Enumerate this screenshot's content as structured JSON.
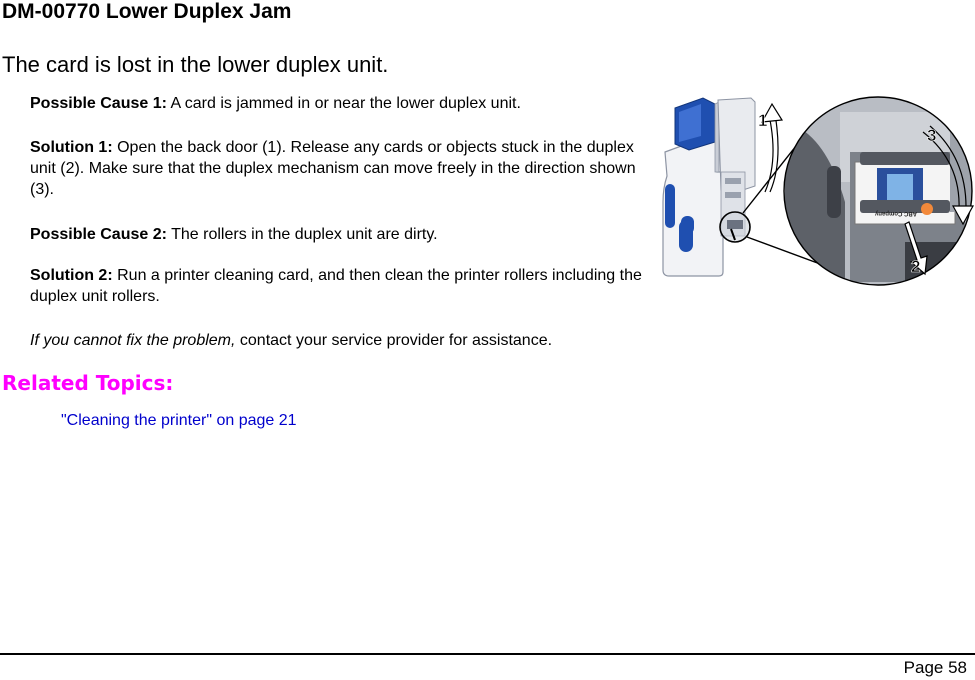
{
  "heading": "DM-00770 Lower Duplex Jam",
  "intro": "The card is lost in the lower duplex unit.",
  "cause1": {
    "label": "Possible Cause 1:",
    "text": "A card is jammed in or near the lower duplex unit."
  },
  "solution1": {
    "label": "Solution 1:",
    "text": "Open the back door (1). Release any cards or objects stuck in the duplex unit (2).  Make sure that the duplex mechanism can move freely in the direction shown (3)."
  },
  "cause2": {
    "label": "Possible Cause 2:",
    "text": "The rollers in the duplex unit are dirty."
  },
  "solution2": {
    "label": "Solution 2:",
    "text": "Run a printer cleaning card, and then clean the printer rollers including the duplex unit rollers."
  },
  "fallback": {
    "italic": "If you cannot fix the problem,",
    "text": "contact your service provider for assistance."
  },
  "related": {
    "heading": "Related Topics:",
    "links": [
      "\"Cleaning the printer\" on page 21"
    ]
  },
  "figure": {
    "callouts": [
      "1",
      "2",
      "3"
    ],
    "card_text": "ABC Company"
  },
  "footer": {
    "page": "Page 58"
  },
  "colors": {
    "related_heading": "#ff00ff",
    "link": "#0000cc",
    "printer_accent": "#1f4fb0"
  }
}
